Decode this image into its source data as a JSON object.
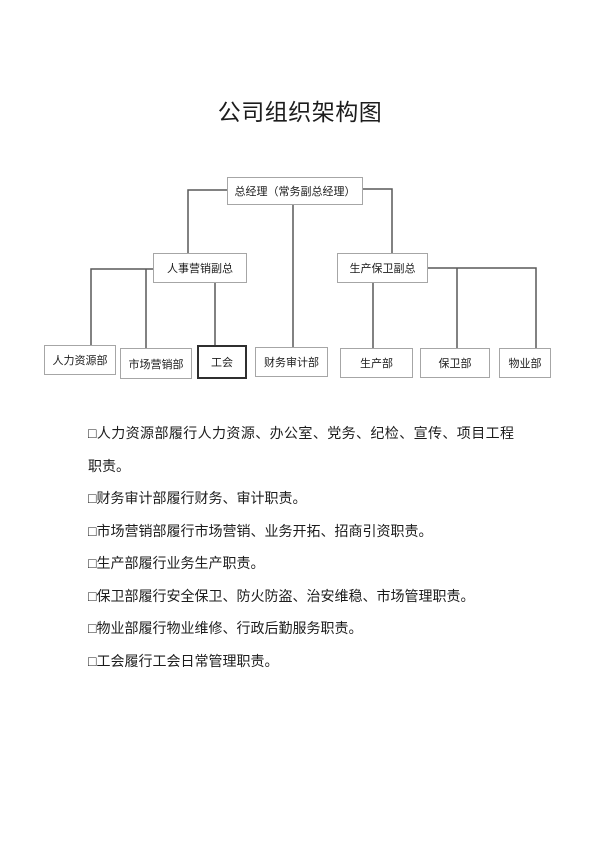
{
  "document": {
    "title": "公司组织架构图"
  },
  "org_chart": {
    "nodes": {
      "general_manager": "总经理（常务副总经理）",
      "hr_marketing_vice_president": "人事营销副总",
      "production_security_vice_president": "生产保卫副总",
      "hr_department": "人力资源部",
      "marketing_department": "市场营销部",
      "labor_union": "工会",
      "finance_audit_department": "财务审计部",
      "production_department": "生产部",
      "security_department": "保卫部",
      "property_department": "物业部"
    },
    "hierarchy": {
      "general_manager": [
        "hr_marketing_vice_president",
        "finance_audit_department",
        "production_security_vice_president"
      ],
      "hr_marketing_vice_president": [
        "hr_department",
        "marketing_department",
        "labor_union"
      ],
      "production_security_vice_president": [
        "production_department",
        "security_department",
        "property_department"
      ]
    }
  },
  "duties": {
    "items": [
      "□人力资源部履行人力资源、办公室、党务、纪检、宣传、项目工程职责。",
      "□财务审计部履行财务、审计职责。",
      "□市场营销部履行市场营销、业务开拓、招商引资职责。",
      "□生产部履行业务生产职责。",
      "□保卫部履行安全保卫、防火防盗、治安维稳、市场管理职责。",
      "□物业部履行物业维修、行政后勤服务职责。",
      "□工会履行工会日常管理职责。"
    ]
  },
  "colors": {
    "box-border": "#a6a6a6",
    "union-border": "#2f2f2f",
    "connector": "#595959",
    "text": "#1c1c1c"
  }
}
